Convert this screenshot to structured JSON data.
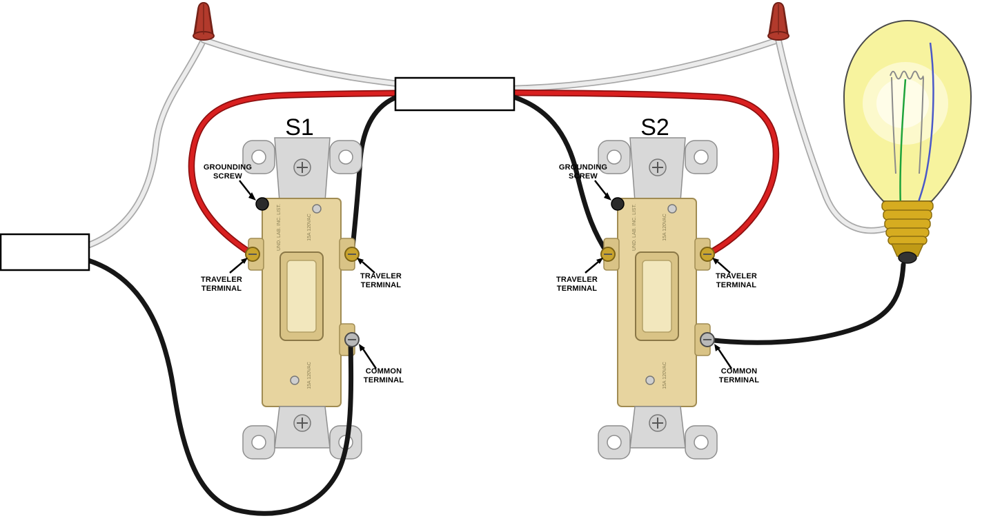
{
  "diagram": {
    "switch1": {
      "title": "S1"
    },
    "switch2": {
      "title": "S2"
    },
    "callouts": {
      "grounding_line1": "GROUNDING",
      "grounding_line2": "SCREW",
      "traveler_line1": "TRAVELER",
      "traveler_line2": "TERMINAL",
      "common_line1": "COMMON",
      "common_line2": "TERMINAL"
    },
    "markings": {
      "listing": "UND. LAB. INC. LIST.",
      "rating": "15A 120VAC"
    },
    "colors": {
      "red_wire": "#d92020",
      "black_wire": "#161616",
      "white_wire": "#ececec",
      "wire_nut": "#b23a2c",
      "switch_body": "#e7d49f",
      "toggle": "#f2e7bd",
      "metal_strap": "#d8d8d8",
      "bulb_glass": "#f7f39e",
      "bulb_base": "#d6ac20",
      "green_lead": "#1ea33a",
      "blue_lead": "#4a58c8"
    }
  }
}
